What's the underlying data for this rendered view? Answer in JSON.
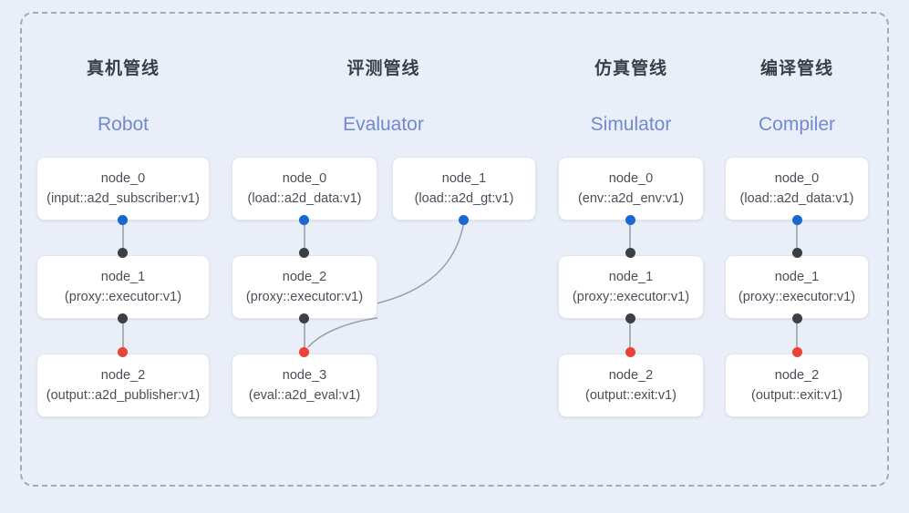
{
  "diagram": {
    "background_color": "#eaeef9",
    "frame": {
      "style": "dashed",
      "color": "#a3a9b5"
    },
    "port_colors": {
      "output": "#1967d2",
      "intermediate": "#3c4043",
      "terminal": "#ea4335"
    },
    "edge_color": "#9aa0a6"
  },
  "columns": [
    {
      "key": "robot",
      "title_cn": "真机管线",
      "title_en": "Robot",
      "nodes": [
        {
          "id": "node_0",
          "type": "(input::a2d_subscriber:v1)"
        },
        {
          "id": "node_1",
          "type": "(proxy::executor:v1)"
        },
        {
          "id": "node_2",
          "type": "(output::a2d_publisher:v1)"
        }
      ]
    },
    {
      "key": "evaluator",
      "title_cn": "评测管线",
      "title_en": "Evaluator",
      "nodes": [
        {
          "id": "node_0",
          "type": "(load::a2d_data:v1)"
        },
        {
          "id": "node_1",
          "type": "(load::a2d_gt:v1)"
        },
        {
          "id": "node_2",
          "type": "(proxy::executor:v1)"
        },
        {
          "id": "node_3",
          "type": "(eval::a2d_eval:v1)"
        }
      ]
    },
    {
      "key": "simulator",
      "title_cn": "仿真管线",
      "title_en": "Simulator",
      "nodes": [
        {
          "id": "node_0",
          "type": "(env::a2d_env:v1)"
        },
        {
          "id": "node_1",
          "type": "(proxy::executor:v1)"
        },
        {
          "id": "node_2",
          "type": "(output::exit:v1)"
        }
      ]
    },
    {
      "key": "compiler",
      "title_cn": "编译管线",
      "title_en": "Compiler",
      "nodes": [
        {
          "id": "node_0",
          "type": "(load::a2d_data:v1)"
        },
        {
          "id": "node_1",
          "type": "(proxy::executor:v1)"
        },
        {
          "id": "node_2",
          "type": "(output::exit:v1)"
        }
      ]
    }
  ]
}
